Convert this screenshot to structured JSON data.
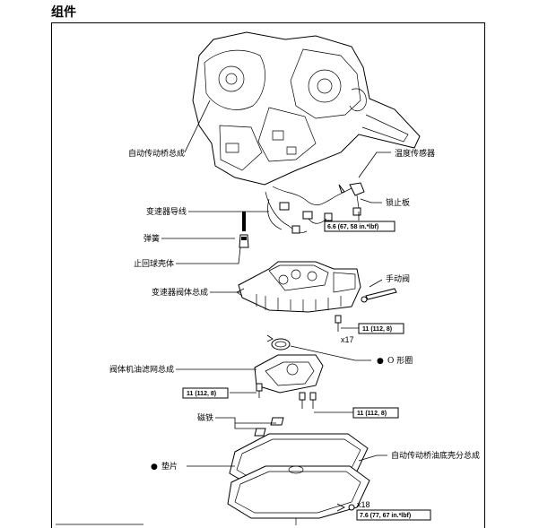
{
  "page": {
    "heading": "组件"
  },
  "labels": {
    "transaxle": "自动传动桥总成",
    "temp_sensor": "温度传感器",
    "lock_plate": "锁止板",
    "wire": "变速器导线",
    "spring": "弹簧",
    "check_ball": "止回球壳体",
    "valve_body": "变速器阀体总成",
    "manual_valve": "手动阀",
    "o_ring": "O 形圈",
    "strainer": "阀体机油滤网总成",
    "magnet": "磁铁",
    "gasket": "垫片",
    "oil_pan": "自动传动桥油底壳分总成"
  },
  "markers": {
    "bullet": "●"
  },
  "torque": {
    "sensor": "6.6 (67, 58 in.*lbf)",
    "valve_body": "11 (112, 8)",
    "strainer_left": "11 (112, 8)",
    "strainer_right": "11 (112, 8)",
    "oil_pan": "7.6 (77, 67 in.*lbf)"
  },
  "quantities": {
    "valve_body_bolts": "x17",
    "oil_pan_bolts": "x18"
  }
}
